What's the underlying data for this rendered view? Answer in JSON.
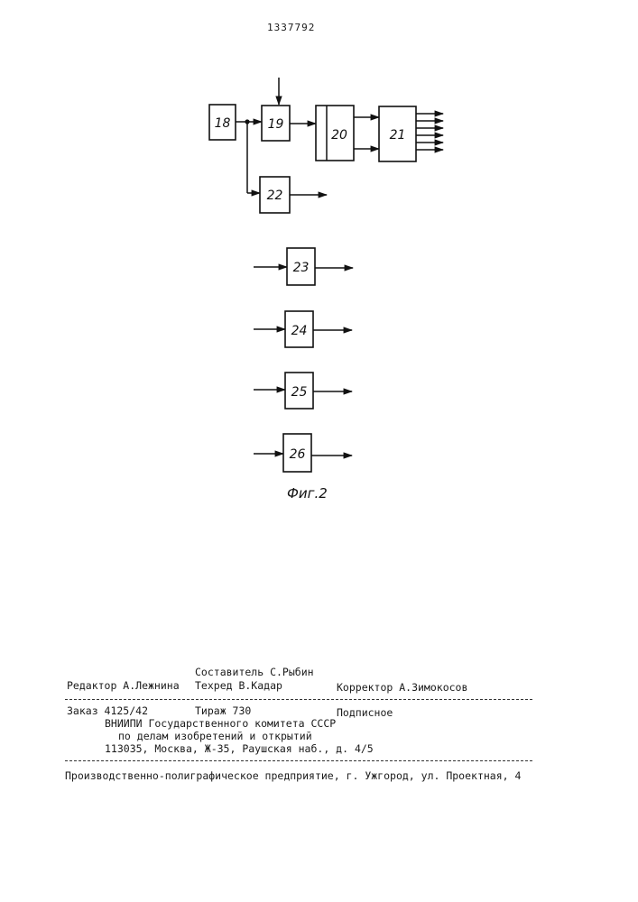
{
  "patent_number": "1337792",
  "figure": {
    "caption": "Фиг.2",
    "blocks": [
      {
        "id": "18",
        "label": "18"
      },
      {
        "id": "19",
        "label": "19"
      },
      {
        "id": "20",
        "label": "20"
      },
      {
        "id": "21",
        "label": "21"
      },
      {
        "id": "22",
        "label": "22"
      },
      {
        "id": "23",
        "label": "23"
      },
      {
        "id": "24",
        "label": "24"
      },
      {
        "id": "25",
        "label": "25"
      },
      {
        "id": "26",
        "label": "26"
      }
    ]
  },
  "imprint": {
    "composer": "Составитель С.Рыбин",
    "editor": "Редактор А.Лежнина",
    "techred": "Техред В.Кадар",
    "corrector": "Корректор А.Зимокосов",
    "order": "Заказ 4125/42",
    "circulation": "Тираж 730",
    "subscription": "Подписное",
    "org_line1": "ВНИИПИ Государственного комитета СССР",
    "org_line2": "по делам изобретений и открытий",
    "address": "113035, Москва, Ж-35, Раушская наб., д. 4/5",
    "printer": "Производственно-полиграфическое предприятие, г. Ужгород, ул. Проектная, 4"
  }
}
